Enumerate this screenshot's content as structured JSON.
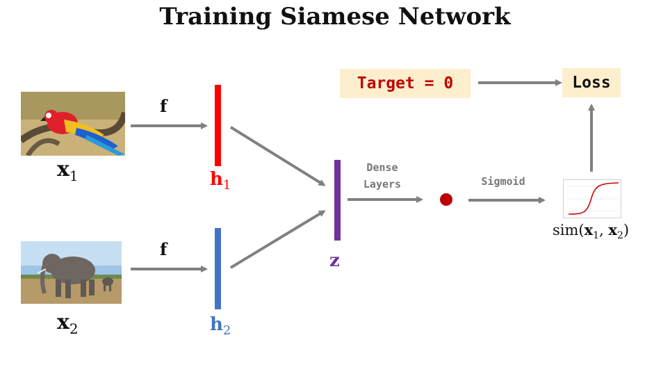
{
  "title": "Training Siamese Network",
  "inputs": [
    {
      "symbol": "x",
      "subscript": "1"
    },
    {
      "symbol": "x",
      "subscript": "2"
    }
  ],
  "encoder_label": "f",
  "embeddings": [
    {
      "symbol": "h",
      "subscript": "1",
      "color": "#ff0000"
    },
    {
      "symbol": "h",
      "subscript": "2",
      "color": "#4472c4"
    }
  ],
  "combined": {
    "symbol": "z",
    "color": "#7030a0"
  },
  "dense_label": {
    "line1": "Dense",
    "line2": "Layers"
  },
  "sigmoid_label": "Sigmoid",
  "output_node_color": "#c00000",
  "target": "Target = 0",
  "target_color": "#c00000",
  "loss": "Loss",
  "similarity": {
    "fn": "sim(",
    "a": "x",
    "a_sub": "1",
    "sep": ", ",
    "b": "x",
    "b_sub": "2",
    "close": ")"
  },
  "arrow_color": "#808080",
  "box_fill": "#fdeecd"
}
